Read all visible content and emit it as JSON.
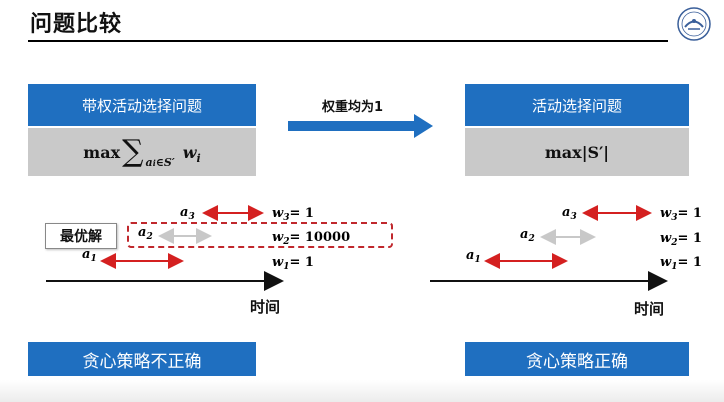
{
  "title": "问题比较",
  "left_box": {
    "header": "带权活动选择问题",
    "formula_max": "max",
    "formula_sub": "a",
    "formula_sub_i": "i",
    "formula_in": "∈S′",
    "formula_w": "w",
    "formula_w_i": "i"
  },
  "right_box": {
    "header": "活动选择问题",
    "formula": "max|S′|"
  },
  "arrow_label": "权重均为1",
  "optimal_label": "最优解",
  "time_label": "时间",
  "left_banner": "贪心策略不正确",
  "right_banner": "贪心策略正确",
  "left_activities": [
    {
      "name": "a",
      "sub": "3",
      "weight_label": "w",
      "weight_sub": "3",
      "weight": "= 1",
      "color": "#d42020"
    },
    {
      "name": "a",
      "sub": "2",
      "weight_label": "w",
      "weight_sub": "2",
      "weight": "= 10000",
      "color": "#c8c8c8"
    },
    {
      "name": "a",
      "sub": "1",
      "weight_label": "w",
      "weight_sub": "1",
      "weight": "= 1",
      "color": "#d42020"
    }
  ],
  "right_activities": [
    {
      "name": "a",
      "sub": "3",
      "weight_label": "w",
      "weight_sub": "3",
      "weight": "= 1",
      "color": "#d42020"
    },
    {
      "name": "a",
      "sub": "2",
      "weight_label": "w",
      "weight_sub": "2",
      "weight": "= 1",
      "color": "#c8c8c8"
    },
    {
      "name": "a",
      "sub": "1",
      "weight_label": "w",
      "weight_sub": "1",
      "weight": "= 1",
      "color": "#d42020"
    }
  ],
  "colors": {
    "accent_blue": "#1f6fc0",
    "gray_box": "#c9c9c9",
    "red": "#d42020",
    "dash_box": "#c0282d"
  }
}
